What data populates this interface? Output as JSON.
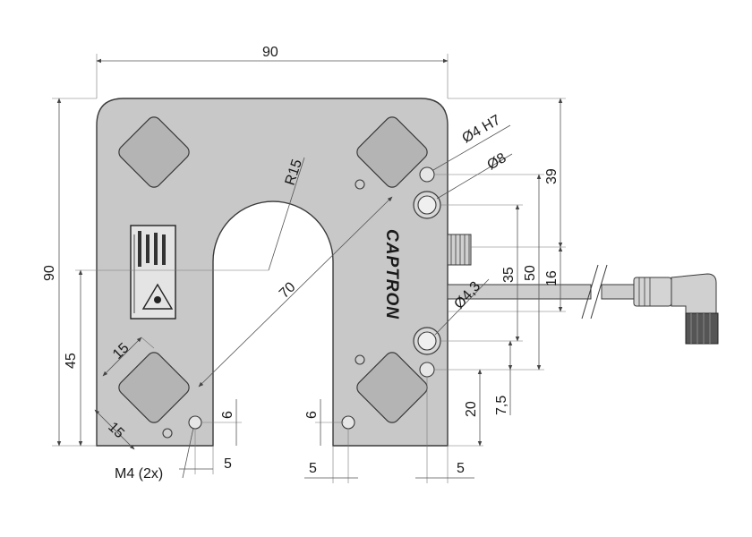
{
  "brand": {
    "name": "CAPTRON"
  },
  "colors": {
    "housing": "#c8c8c8",
    "pad": "#b4b4b4",
    "outline": "#3a3a3a",
    "line": "#555555"
  },
  "dimensions": {
    "width_top": "90",
    "height_left": "90",
    "half_height": "45",
    "radius": "R15",
    "diagonal": "70",
    "pad_side_a": "15",
    "pad_side_b": "15",
    "hole_offset_left_y": "6",
    "hole_offset_right_y": "6",
    "hole_offset_left_x": "5",
    "hole_offset_mid_x": "5",
    "hole_offset_right_x": "5",
    "thread": "M4 (2x)",
    "bore_small": "Ø4 H7",
    "bore_large": "Ø8",
    "bore_cable": "Ø4,3",
    "v_39": "39",
    "v_50": "50",
    "v_35": "35",
    "v_16": "16",
    "v_20": "20",
    "v_7_5": "7,5"
  },
  "icons": [
    "laser-warning-label-icon",
    "connector-icon",
    "cable-plug-icon"
  ]
}
